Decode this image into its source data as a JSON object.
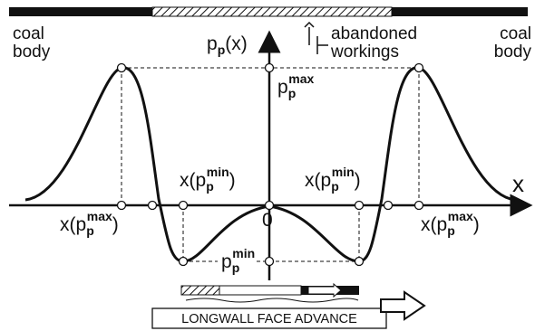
{
  "labels": {
    "coal_body_left_1": "coal",
    "coal_body_left_2": "body",
    "coal_body_right_1": "coal",
    "coal_body_right_2": "body",
    "abandoned_1": "abandoned",
    "abandoned_2": "workings",
    "y_axis_main": "p",
    "y_axis_sub": "p",
    "y_axis_arg": "(x)",
    "x_axis": "x",
    "origin": "0",
    "pmax_main": "p",
    "pmax_sub": "p",
    "pmax_sup": "max",
    "pmin_main": "p",
    "pmin_sub": "p",
    "pmin_sup": "min",
    "x_pmin_left_open": "x(p",
    "x_pmin_left_sub": "p",
    "x_pmin_left_sup": "min",
    "x_pmin_left_close": ")",
    "x_pmin_right_open": "x(p",
    "x_pmin_right_sub": "p",
    "x_pmin_right_sup": "min",
    "x_pmin_right_close": ")",
    "x_pmax_left_open": "x(p",
    "x_pmax_left_sub": "p",
    "x_pmax_left_sup": "max",
    "x_pmax_left_close": ")",
    "x_pmax_right_open": "x(p",
    "x_pmax_right_sub": "p",
    "x_pmax_right_sup": "max",
    "x_pmax_right_close": ")",
    "longwall": "LONGWALL FACE ADVANCE"
  }
}
